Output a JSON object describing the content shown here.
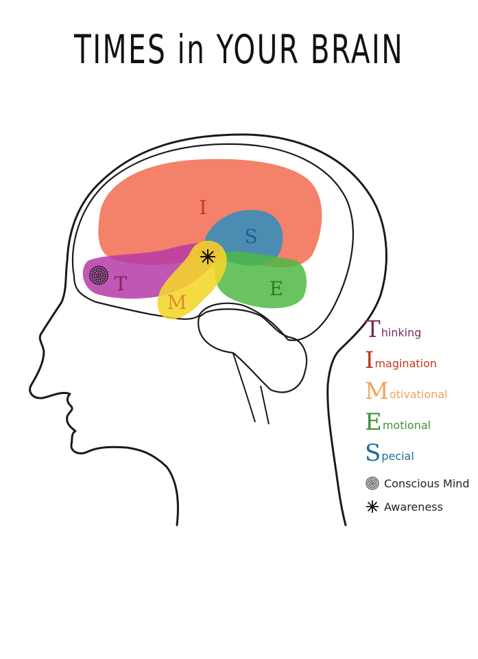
{
  "title": "TIMES in YOUR BRAIN",
  "regions": {
    "imagination": {
      "letter": "I",
      "color": "#f26b4f",
      "text_color": "#c2381b"
    },
    "special": {
      "letter": "S",
      "color": "#2f8ec0",
      "text_color": "#1c5f8f"
    },
    "thinking": {
      "letter": "T",
      "color": "#b63aa8",
      "text_color": "#7c2a5f"
    },
    "motivational": {
      "letter": "M",
      "color": "#f2d62a",
      "text_color": "#e08a2c"
    },
    "emotional": {
      "letter": "E",
      "color": "#4db844",
      "text_color": "#2d7a2c"
    }
  },
  "legend": [
    {
      "cap": "T",
      "rest": "hinking",
      "color": "#7c2a5f"
    },
    {
      "cap": "I",
      "rest": "magination",
      "color": "#c2381b"
    },
    {
      "cap": "M",
      "rest": "otivational",
      "color": "#f0a45a"
    },
    {
      "cap": "E",
      "rest": "motional",
      "color": "#3f8f3a"
    },
    {
      "cap": "S",
      "rest": "pecial",
      "color": "#1f6a9e"
    }
  ],
  "symbols": [
    {
      "icon": "conscious-mind-dots-icon",
      "label": "Conscious Mind"
    },
    {
      "icon": "awareness-star-icon",
      "label": "Awareness"
    }
  ]
}
